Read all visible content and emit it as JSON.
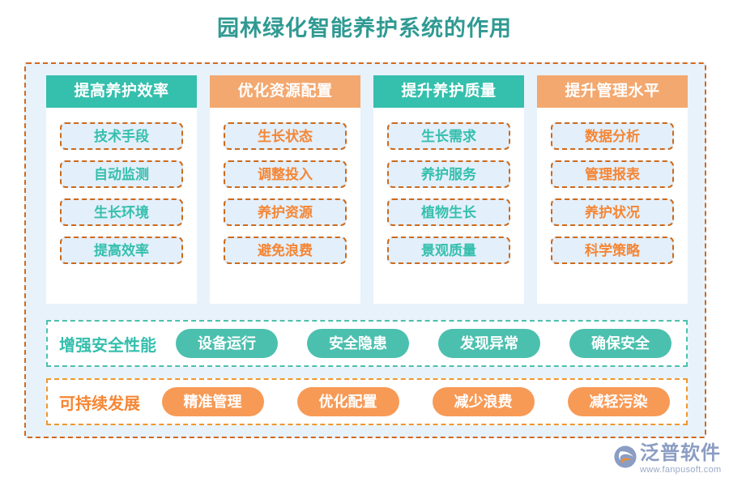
{
  "title": "园林绿化智能养护系统的作用",
  "colors": {
    "title_teal": "#2f9a92",
    "header_teal": "#35bfad",
    "header_orange": "#f3a86f",
    "pill_teal": "#4cc0ae",
    "pill_orange": "#f79a56",
    "chip_border_orange": "#cd6a1b",
    "chip_fill_blue": "#e3effb",
    "frame_bg_blue": "#e8f2fb",
    "frame_border_orange": "#d2691e",
    "text_orange": "#f58634",
    "logo_blue": "#8b9dc3"
  },
  "columns": [
    {
      "header": "提高养护效率",
      "header_theme": "teal",
      "item_theme": "teal",
      "items": [
        "技术手段",
        "自动监测",
        "生长环境",
        "提高效率"
      ]
    },
    {
      "header": "优化资源配置",
      "header_theme": "orange",
      "item_theme": "orange",
      "items": [
        "生长状态",
        "调整投入",
        "养护资源",
        "避免浪费"
      ]
    },
    {
      "header": "提升养护质量",
      "header_theme": "teal",
      "item_theme": "teal",
      "items": [
        "生长需求",
        "养护服务",
        "植物生长",
        "景观质量"
      ]
    },
    {
      "header": "提升管理水平",
      "header_theme": "orange",
      "item_theme": "orange",
      "items": [
        "数据分析",
        "管理报表",
        "养护状况",
        "科学策略"
      ]
    }
  ],
  "bands": [
    {
      "label": "增强安全性能",
      "theme": "teal",
      "pills": [
        "设备运行",
        "安全隐患",
        "发现异常",
        "确保安全"
      ]
    },
    {
      "label": "可持续发展",
      "theme": "orange",
      "pills": [
        "精准管理",
        "优化配置",
        "减少浪费",
        "减轻污染"
      ]
    }
  ],
  "logo": {
    "name": "泛普软件",
    "url": "www.fanpusoft.com"
  }
}
